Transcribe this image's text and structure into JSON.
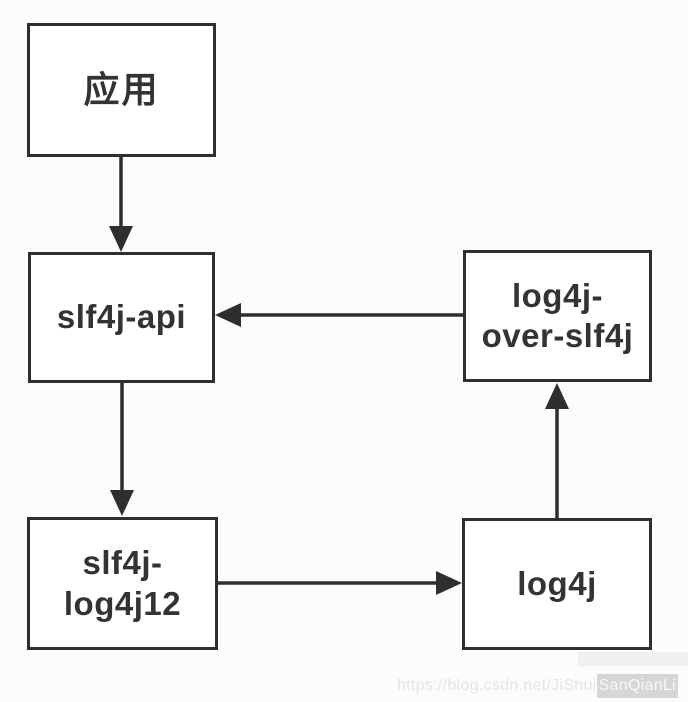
{
  "diagram": {
    "boxes": {
      "app": {
        "label": "应用"
      },
      "slf4j_api": {
        "label": "slf4j-api"
      },
      "slf4j_log4j12": {
        "label": "slf4j-\nlog4j12"
      },
      "log4j": {
        "label": "log4j"
      },
      "log4j_over_slf4j": {
        "label": "log4j-\nover-slf4j"
      }
    },
    "edges": [
      {
        "from": "应用",
        "to": "slf4j-api",
        "direction": "down"
      },
      {
        "from": "slf4j-api",
        "to": "slf4j-log4j12",
        "direction": "down"
      },
      {
        "from": "slf4j-log4j12",
        "to": "log4j",
        "direction": "right"
      },
      {
        "from": "log4j",
        "to": "log4j-over-slf4j",
        "direction": "up"
      },
      {
        "from": "log4j-over-slf4j",
        "to": "slf4j-api",
        "direction": "left"
      }
    ],
    "colors": {
      "line": "#2e2e2e",
      "box_border": "#2e2e2e",
      "box_fill": "#ffffff",
      "text": "#333333",
      "page_background": "#fcfcfc"
    }
  },
  "watermark": {
    "prefix": "https://blog.csdn.net/JiShui",
    "highlight": "SanQianLi"
  }
}
